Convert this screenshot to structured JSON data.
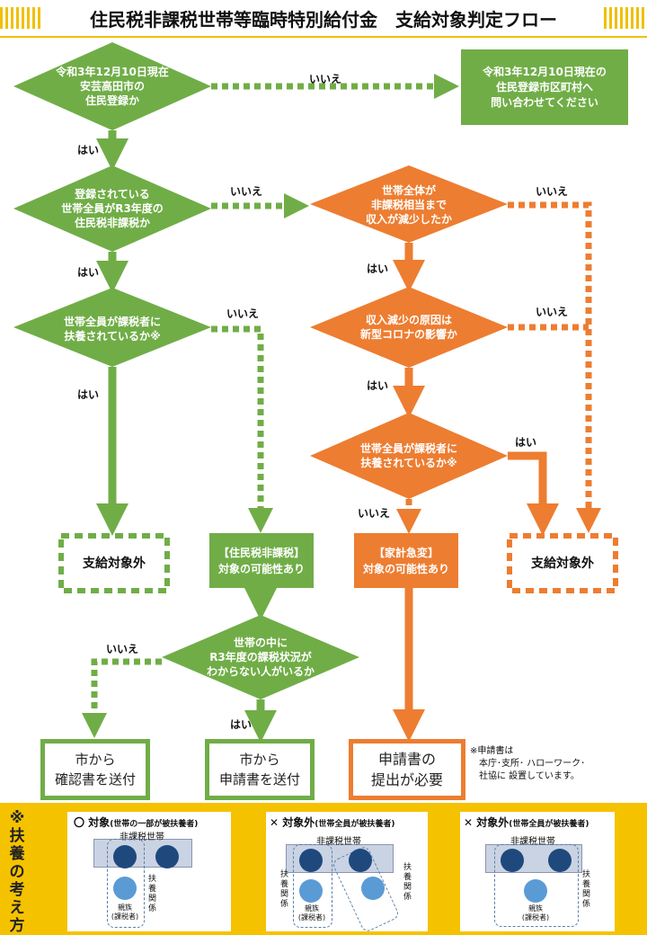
{
  "title": "住民税非課税世帯等臨時特別給付金　支給対象判定フロー",
  "colors": {
    "green": "#70ad47",
    "orange": "#ed7d31",
    "yellow": "#f5c200",
    "navy": "#1f497d",
    "blue": "#5b9bd5"
  },
  "q1": {
    "text": "令和3年12月10日現在\n安芸高田市の\n住民登録か"
  },
  "q2": {
    "text": "登録されている\n世帯全員がR3年度の\n住民税非課税か"
  },
  "q3": {
    "text": "世帯全員が課税者に\n扶養されているか※"
  },
  "q4": {
    "text": "世帯の中に\nR3年度の課税状況が\nわからない人がいるか"
  },
  "o1": {
    "text": "世帯全体が\n非課税相当まで\n収入が減少したか"
  },
  "o2": {
    "text": "収入減少の原因は\n新型コロナの影響か"
  },
  "o3": {
    "text": "世帯全員が課税者に\n扶養されているか※"
  },
  "contact_box": "令和3年12月10日現在の\n住民登録市区町村へ\n問い合わせてください",
  "labels": {
    "yes": "はい",
    "no": "いいえ"
  },
  "out_left": "支給対象外",
  "out_right": "支給対象外",
  "target_green": "【住民税非課税】\n対象の可能性あり",
  "target_orange": "【家計急変】\n対象の可能性あり",
  "final_confirm": "市から\n確認書を送付",
  "final_apply": "市から\n申請書を送付",
  "final_submit": "申請書の\n提出が必要",
  "note": "※申請書は\n　本庁･支所･ ハローワーク･\n　社協に 設置しています。",
  "legend": {
    "heading": "※扶養の考え方",
    "cards": [
      {
        "mark": "〇 対象",
        "sub": "(世帯の一部が被扶養者)",
        "household": "非課税世帯",
        "relative": "親族\n(課税者)",
        "relation": "扶養関係"
      },
      {
        "mark": "✕ 対象外",
        "sub": "(世帯全員が被扶養者)",
        "household": "非課税世帯",
        "relative": "親族\n(課税者)",
        "relation": "扶養関係"
      },
      {
        "mark": "✕ 対象外",
        "sub": "(世帯全員が被扶養者)",
        "household": "非課税世帯",
        "relative": "親族\n(課税者)",
        "relation": "扶養関係"
      }
    ]
  }
}
